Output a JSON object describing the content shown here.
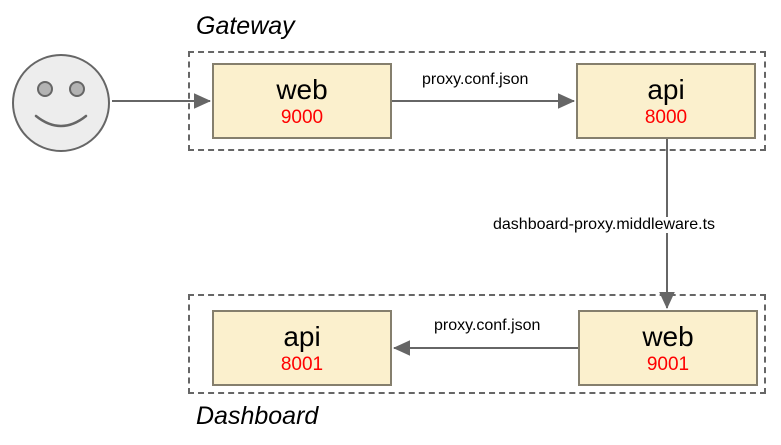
{
  "diagram": {
    "type": "architecture-flow",
    "groups": [
      {
        "id": "gateway",
        "label": "Gateway"
      },
      {
        "id": "dashboard",
        "label": "Dashboard"
      }
    ],
    "actor": {
      "name": "user-smiley",
      "icon": "smiley-face-icon"
    },
    "nodes": [
      {
        "id": "gateway-web",
        "name": "web",
        "port": "9000",
        "group": "gateway"
      },
      {
        "id": "gateway-api",
        "name": "api",
        "port": "8000",
        "group": "gateway"
      },
      {
        "id": "dashboard-api",
        "name": "api",
        "port": "8001",
        "group": "dashboard"
      },
      {
        "id": "dashboard-web",
        "name": "web",
        "port": "9001",
        "group": "dashboard"
      }
    ],
    "edges": [
      {
        "id": "user-to-web",
        "from": "user",
        "to": "gateway-web",
        "label": "",
        "direction": "right"
      },
      {
        "id": "web-to-api",
        "from": "gateway-web",
        "to": "gateway-api",
        "label": "proxy.conf.json",
        "direction": "right"
      },
      {
        "id": "api-to-dashweb",
        "from": "gateway-api",
        "to": "dashboard-web",
        "label": "dashboard-proxy.middleware.ts",
        "direction": "down"
      },
      {
        "id": "dashweb-to-dashapi",
        "from": "dashboard-web",
        "to": "dashboard-api",
        "label": "proxy.conf.json",
        "direction": "left"
      }
    ],
    "colors": {
      "node_fill": "#fbf0cd",
      "node_border": "#857f6d",
      "port_text": "#ff0000",
      "node_text": "#000000",
      "group_border": "#666666",
      "edge_stroke": "#666666",
      "actor_fill": "#ededed",
      "background": "#ffffff"
    }
  }
}
